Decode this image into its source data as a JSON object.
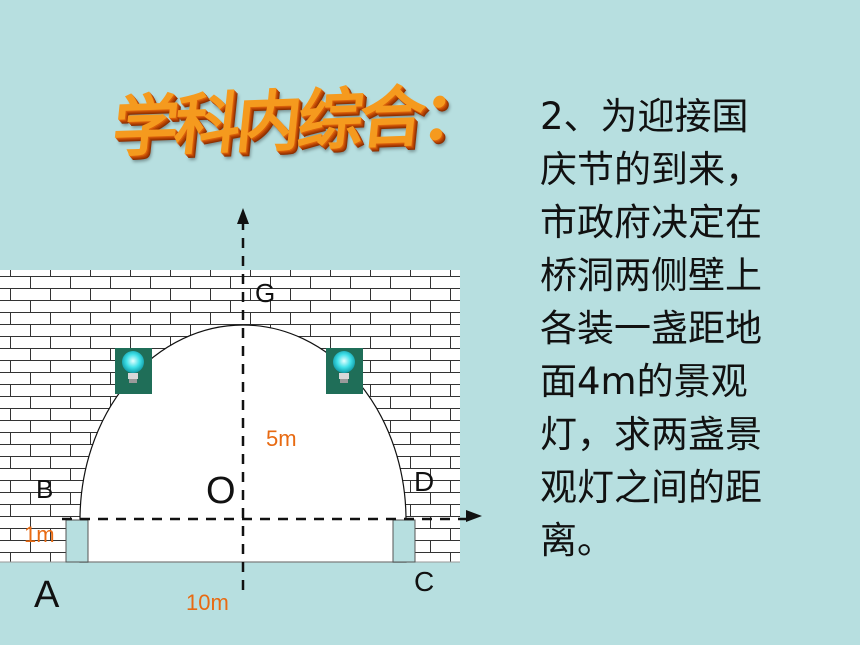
{
  "title": "学科内综合：",
  "problem": {
    "line1": "2、为迎接国",
    "line2": "庆节的到来，",
    "line3": "市政府决定在",
    "line4": "桥洞两侧壁上",
    "line5": "各装一盏距地",
    "line6": "面4m的景观",
    "line7": "灯，求两盏景",
    "line8": "观灯之间的距",
    "line9": "离。"
  },
  "labels": {
    "A": "A",
    "B": "B",
    "C": "C",
    "D": "D",
    "O": "O",
    "G": "G"
  },
  "dimensions": {
    "height": "5m",
    "wall": "1m",
    "width": "10m"
  },
  "colors": {
    "background": "#b7dfe0",
    "dimension_text": "#e86a12",
    "wall": "#ffffff",
    "brick_line": "#333333"
  },
  "icons": [
    "light-bulb-icon",
    "light-bulb-icon"
  ]
}
